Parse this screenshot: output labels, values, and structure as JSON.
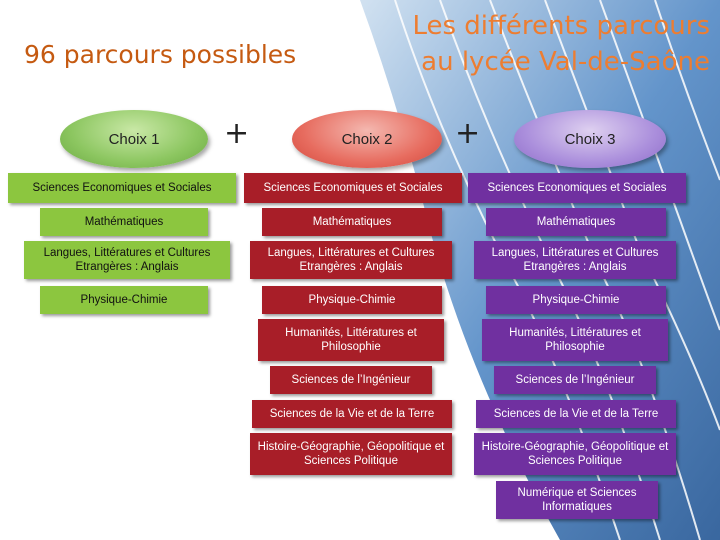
{
  "titles": {
    "left": "96 parcours possibles",
    "right_line1": "Les différents parcours",
    "right_line2": "au lycée Val-de-Saône"
  },
  "choices": {
    "c1": "Choix 1",
    "c2": "Choix 2",
    "c3": "Choix 3"
  },
  "plus_symbol": "+",
  "col1": [
    "Sciences Economiques et Sociales",
    "Mathématiques",
    "Langues, Littératures et Cultures Etrangères : Anglais",
    "Physique-Chimie"
  ],
  "col2": [
    "Sciences Economiques et Sociales",
    "Mathématiques",
    "Langues, Littératures et Cultures Etrangères : Anglais",
    "Physique-Chimie",
    "Humanités, Littératures et Philosophie",
    "Sciences de l’Ingénieur",
    "Sciences de la Vie et de la Terre",
    "Histoire-Géographie, Géopolitique et Sciences Politique"
  ],
  "col3": [
    "Sciences Economiques et Sociales",
    "Mathématiques",
    "Langues, Littératures et Cultures Etrangères : Anglais",
    "Physique-Chimie",
    "Humanités, Littératures et Philosophie",
    "Sciences de l’Ingénieur",
    "Sciences de la Vie et de la Terre",
    "Histoire-Géographie, Géopolitique et Sciences Politique",
    "Numérique et Sciences Informatiques"
  ],
  "colors": {
    "green": "#8cc63f",
    "red": "#a81e28",
    "purple": "#7030a0",
    "title_orange": "#ed7d31",
    "highlight_yellow": "#ffd400",
    "track_blue": "#3f7fbf"
  }
}
